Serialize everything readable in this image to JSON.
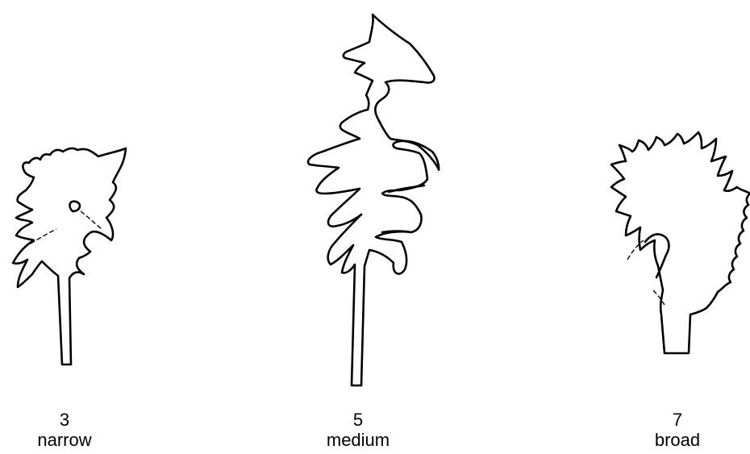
{
  "figure": {
    "items": [
      {
        "number": "3",
        "label": "narrow"
      },
      {
        "number": "5",
        "label": "medium"
      },
      {
        "number": "7",
        "label": "broad"
      }
    ],
    "colors": {
      "line": "#000000",
      "background": "#ffffff"
    }
  }
}
